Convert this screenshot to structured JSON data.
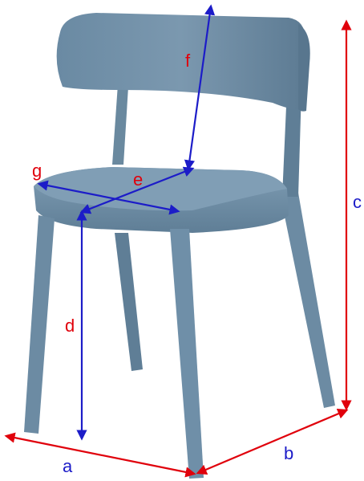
{
  "labels": {
    "a": "a",
    "b": "b",
    "c": "c",
    "d": "d",
    "e": "e",
    "f": "f",
    "g": "g"
  },
  "colors": {
    "chair": "#6f8fa8",
    "chair_shadow": "#56748c",
    "chair_light": "#8aa6bc",
    "red_arrow": "#e0000b",
    "blue_arrow": "#1c1cc8",
    "red_text": "#e0000b",
    "blue_text": "#1c1cc8"
  }
}
